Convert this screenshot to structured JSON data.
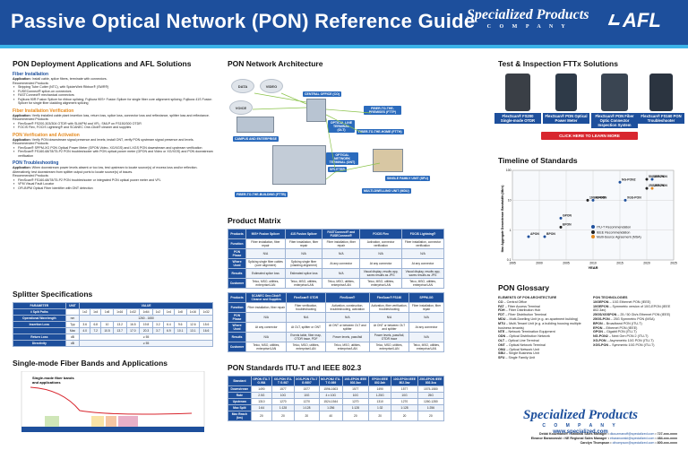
{
  "header": {
    "title": "Passive Optical Network (PON) Reference Guide",
    "brand1": "Specialized Products",
    "brand1_sub": "C O M P A N Y",
    "brand2": "AFL"
  },
  "deploy": {
    "title": "PON Deployment Applications and AFL Solutions",
    "sections": [
      {
        "heading": "Fiber Installation",
        "color": "blue",
        "app": "Install cable, splice fibers, terminate with connectors.",
        "rec": "Recommended Products:",
        "items": [
          "Stripping Tube Cutter (NTC), with SpiderWeb Ribbon® (SWR®)",
          "FUSEConnect® splice-on connectors",
          "FASTConnect® mechanical connectors",
          "Fujikura 90R Fusion Splicer for ribbon splicing; Fujikura 90S+ Fusion Splicer for single fiber core alignment splicing; Fujikura 41S Fusion Splicer for single fiber cladding alignment splicing"
        ]
      },
      {
        "heading": "Fiber Installation Verification",
        "color": "orange",
        "app": "Verify installed cable plant insertion loss, return loss, splice loss, connector loss and reflectance, splitter loss and reflectance.",
        "rec": "Recommended Products:",
        "items": [
          "FlexScan® FS200-303/304 OTDR with SLM/PM and VFL; SMLP on FS150/300 OTDR",
          "FOCIS Flex, FOCIS Lightning® and SCANEC One-Click® cleaner and supplies"
        ]
      },
      {
        "heading": "PON Verification and Activation",
        "color": "orange",
        "app": "Verify PON downstream signal presence and levels; install ONT, verify PON upstream signal presence and levels.",
        "rec": "Recommended Products:",
        "items": [
          "FlexScan® SPPM-XG PON Optical Power Meter (GPON Video, XG/XGS) and LXGS PON downstream and upstream verification",
          "FlexScan® FS160-68/78/75-P2 PON troubleshooter with PON optical power meter (GPON and Video or XG/XGS) and PON downstream verification"
        ]
      },
      {
        "heading": "PON Troubleshooting",
        "color": "blue",
        "app": "When downstream power levels absent or too low, test upstream to locate source(s) of excess loss and/or reflection. Alternatively, test downstream from splitter output ports to locate source(s) of issues.",
        "rec": "Recommended Products:",
        "items": [
          "FlexScan® FS160-68/78/75-P2 PON troubleshooter or integrated PON optical power meter and VFL",
          "VFM Visual Fault Locator",
          "OFI-BIPM Optical Fiber Identifier with ONT detection"
        ]
      }
    ]
  },
  "splitter": {
    "title": "Splitter Specifications",
    "headers": [
      "PARAMETER",
      "UNIT",
      "VALUE"
    ],
    "rows": [
      [
        "# Split Paths",
        "",
        "1x2",
        "1x4",
        "1x8",
        "1x16",
        "1x32",
        "1x64",
        "1x2",
        "1x4",
        "1x8",
        "1x16",
        "1x32"
      ],
      [
        "Operational Wavelength",
        "nm",
        "",
        "",
        "",
        "",
        "1260 - 1650",
        "",
        "",
        "",
        "",
        "",
        ""
      ],
      [
        "Insertion Loss",
        "Typ",
        "3.6",
        "6.8",
        "10",
        "13.2",
        "16.5",
        "19.8",
        "3.2",
        "6.4",
        "9.6",
        "12.6",
        "15.6"
      ],
      [
        "",
        "Max",
        "4.0",
        "7.2",
        "10.5",
        "13.7",
        "17.0",
        "20.3",
        "3.7",
        "6.9",
        "10.1",
        "13.1",
        "16.6"
      ],
      [
        "Return Loss",
        "dB",
        "",
        "",
        "",
        "",
        "≥ 55",
        "",
        "",
        "",
        "",
        "",
        ""
      ],
      [
        "Directivity",
        "dB",
        "",
        "",
        "",
        "",
        "≥ 55",
        "",
        "",
        "",
        "",
        "",
        ""
      ]
    ]
  },
  "bands": {
    "title": "Single-mode Fiber Bands and Applications",
    "legend": [
      "Single-mode fiber bands",
      "and applications"
    ]
  },
  "arch": {
    "title": "PON Network Architecture",
    "clouds": [
      "DATA",
      "VIDEO",
      "VOICE"
    ],
    "labels": {
      "co": "CENTRAL OFFICE (CO)",
      "olt": "OPTICAL LINE TERMINAL (OLT)",
      "campus": "CAMPUS AND ENTERPRISE",
      "fttp": "FIBER-TO-THE-PREMISES (FTTP)",
      "ftth": "FIBER-TO-THE-HOME (FTTH)",
      "fttb": "FIBER-TO-THE-BUILDING (FTTB)",
      "mdu": "MULTI-DWELLING UNIT (MDU)",
      "single": "SINGLE FAMILY UNIT (SFU)",
      "splitter": "SPLITTER",
      "ont": "OPTICAL NETWORK TERMINAL (ONT)"
    }
  },
  "matrix": {
    "title": "Product Matrix",
    "t1": {
      "headers": [
        "Products",
        "90S+ Fusion Splicer",
        "41S Fusion Splicer",
        "FASTConnect® and FUSEConnect®",
        "FOCIS Flex",
        "FOCIS Lightning®"
      ],
      "rows": [
        [
          "Function",
          "Fiber installation, fiber repair",
          "Fiber installation, fiber repair",
          "Fiber installation, fiber repair",
          "Activation, connector verification",
          "Fiber installation, connector verification"
        ],
        [
          "PON Phase",
          "N/A",
          "N/A",
          "N/A",
          "N/A",
          "N/A"
        ],
        [
          "Where Used",
          "Splicing single fiber cables (core alignment)",
          "Splicing single fiber (cladding alignment)",
          "At any connector",
          "At any connector",
          "At any connector"
        ],
        [
          "Results",
          "Estimated splice loss",
          "Estimated splice loss",
          "N/A",
          "Visual display, results app, saves results as JPG",
          "Visual display, results app, saves results as JPG"
        ],
        [
          "Customer",
          "Telco, MSO, utilities, enterprise/LAN",
          "Telco, MSO, utilities, enterprise/LAN",
          "Telco, MSO, utilities, enterprise/LAN",
          "Telco, MSO, utilities, enterprise/LAN",
          "Telco, MSO, utilities, enterprise/LAN"
        ]
      ]
    },
    "t2": {
      "headers": [
        "Products",
        "SCANEC One-Click® Cleaner and Supplies",
        "FlexScan® OTDR",
        "FlexScan®",
        "FlexScan® FS160",
        "SPPM-XG"
      ],
      "rows": [
        [
          "Function",
          "Fiber installation, fiber repair",
          "Fiber verification, troubleshooting",
          "Activation, construction, troubleshooting, activation",
          "Activation, fiber verification, troubleshooting",
          "Fiber installation, fiber repair"
        ],
        [
          "PON Phase",
          "N/A",
          "N/A",
          "N/A",
          "N/A",
          "N/A"
        ],
        [
          "Where Used",
          "At any connector",
          "At OLT, splitter or ONT",
          "At ONT or between OLT and splitter",
          "At ONT or between OLT and splitter",
          "At any connector"
        ],
        [
          "Results",
          "N/A",
          "Events table, fiber map, OTDR trace, PDF",
          "Power levels, pass/fail",
          "Power levels, pass/fail, OTDR trace",
          "N/A"
        ],
        [
          "Customer",
          "Telco, MSO, utilities, enterprise/LAN",
          "Telco, MSO, utilities, enterprise/LAN",
          "Telco, MSO, utilities, enterprise/LAN",
          "Telco, MSO, utilities, enterprise/LAN",
          "Telco, MSO, utilities, enterprise/LAN"
        ]
      ]
    }
  },
  "standards": {
    "title": "PON Standards ITU-T and IEEE 802.3",
    "headers": [
      "Standard",
      "GPON ITU-T G.984",
      "XG-PON ITU-T G.987",
      "XGS-PON ITU-T G.9807",
      "NG-PON2 ITU-T G.989",
      "10G-EPON IEEE 802.3av",
      "EPON IEEE 802.3ah",
      "10G-EPON IEEE 802.3av",
      "25G-EPON IEEE 802.3ca"
    ],
    "rows": [
      [
        "Downstream",
        "1490",
        "1577",
        "1577",
        "1596-1603",
        "1577",
        "1490",
        "1577",
        "1575-1580"
      ],
      [
        "Rate",
        "2.5G",
        "10G",
        "10G",
        "4 x 10G",
        "10G",
        "1.25G",
        "10G",
        "25G"
      ],
      [
        "Upstream",
        "1310",
        "1270",
        "1270",
        "1524-1544",
        "1270",
        "1310",
        "1270",
        "1260-1280"
      ],
      [
        "Max Split",
        "1:64",
        "1:128",
        "1:128",
        "1:256",
        "1:128",
        "1:32",
        "1:128",
        "1:256"
      ],
      [
        "Max Reach (km)",
        "20",
        "20",
        "20",
        "40",
        "20",
        "20",
        "20",
        "20"
      ]
    ]
  },
  "test": {
    "title": "Test & Inspection FTTx Solutions",
    "products": [
      "FlexScan® FS200 Single-mode OTDR",
      "FlexScan® PON Optical Power Meter",
      "FlexScan® PON Fiber Optic Connector Inspection System",
      "FlexScan® FS160 PON Troubleshooter"
    ],
    "cta": "CLICK HERE TO LEARN MORE"
  },
  "timeline": {
    "title": "Timeline of Standards",
    "ylabel": "Max Aggregate Downstream Bandwidth (Mb/s)",
    "xlabel": "YEAR",
    "legend": [
      "ITU-T Recommendation",
      "IEEE Recommendation",
      "Multi-Source Agreement (MSA)"
    ]
  },
  "chart_data": {
    "type": "scatter",
    "title": "Timeline of Standards",
    "xlabel": "YEAR",
    "ylabel": "Max Aggregate Downstream Bandwidth (Mb/s)",
    "xlim": [
      1995,
      2025
    ],
    "ylim": [
      0.1,
      100
    ],
    "y_scale": "log",
    "x_ticks": [
      1995,
      2000,
      2005,
      2010,
      2015,
      2020,
      2025
    ],
    "y_ticks": [
      0.1,
      1,
      10,
      100
    ],
    "series": [
      {
        "name": "ITU-T Recommendation",
        "color": "#1d4f9c",
        "points": [
          {
            "label": "APON",
            "x": 1998,
            "y": 0.6
          },
          {
            "label": "BPON",
            "x": 2001,
            "y": 0.6
          },
          {
            "label": "GPON",
            "x": 2004,
            "y": 2.5
          },
          {
            "label": "XG-PON",
            "x": 2010,
            "y": 10
          },
          {
            "label": "NG-PON2",
            "x": 2015,
            "y": 40
          },
          {
            "label": "XGS-PON",
            "x": 2016,
            "y": 10
          },
          {
            "label": "50G-PON",
            "x": 2021,
            "y": 50
          }
        ]
      },
      {
        "name": "IEEE Recommendation",
        "color": "#222222",
        "points": [
          {
            "label": "EPON",
            "x": 2004,
            "y": 1.25
          },
          {
            "label": "10G-EPON",
            "x": 2009,
            "y": 10
          },
          {
            "label": "25G-EPON",
            "x": 2020,
            "y": 25
          },
          {
            "label": "50G-EPON",
            "x": 2020,
            "y": 50
          }
        ]
      },
      {
        "name": "Multi-Source Agreement (MSA)",
        "color": "#e58a1f",
        "points": [
          {
            "label": "25G-PON",
            "x": 2021,
            "y": 25
          }
        ]
      }
    ]
  },
  "glossary": {
    "title": "PON Glossary",
    "left_title": "ELEMENTS OF PON ARCHITECTURE",
    "left": [
      [
        "CO",
        "Central Office"
      ],
      [
        "FAT",
        "Fiber Access Terminal"
      ],
      [
        "FDH",
        "Fiber Distribution Hub"
      ],
      [
        "FDT",
        "Fiber Distribution Terminal"
      ],
      [
        "MDU",
        "Multi-Dwelling Unit (e.g. an apartment building)"
      ],
      [
        "MTU",
        "Multi-Tenant Unit (e.g. a building housing multiple business tenants)"
      ],
      [
        "NTE",
        "Network Termination Equipment"
      ],
      [
        "ODN",
        "Optical Distribution Network"
      ],
      [
        "OLT",
        "Optical Line Terminal"
      ],
      [
        "ONT",
        "Optical Network Terminal"
      ],
      [
        "ONU",
        "Optical Network Unit"
      ],
      [
        "SBU",
        "Single Business Unit"
      ],
      [
        "SFU",
        "Single Family Unit"
      ]
    ],
    "right_title": "PON TECHNOLOGIES",
    "right": [
      [
        "10GEPON",
        "10G Ethernet PON (IEEE)"
      ],
      [
        "10GEPON",
        "Symmetric version of 10G-EPON (IEEE 802.3av)"
      ],
      [
        "25GS/XGSPON",
        "25 / 50 Gb/s Ethernet PON (IEEE)"
      ],
      [
        "25GS-PON",
        "25G Symmetric PON (MSA)"
      ],
      [
        "BPON",
        "Broadband PON (ITU-T)"
      ],
      [
        "EPON",
        "Ethernet PON (IEEE)"
      ],
      [
        "GPON",
        "Gigabit PON (ITU-T)"
      ],
      [
        "NG-PON2",
        "Next Gen PON 2 (ITU-T)"
      ],
      [
        "XG-PON",
        "Asymmetric 10G PON (ITU-T)"
      ],
      [
        "XGS-PON",
        "Symmetric 10G PON (ITU-T)"
      ]
    ]
  },
  "footer": {
    "brand": "Specialized Products",
    "company": "C O M P A N Y",
    "web": "www.specialized.com",
    "contacts": [
      {
        "name": "Debbi Kouzmanoff • National Sales Manager",
        "email": "dkouzmanoff@specialized.com",
        "phone": "727-xxx-xxxx"
      },
      {
        "name": "Eleanor Baranowski • NE Regional Sales Manager",
        "email": "ebaranowski@specialized.com",
        "phone": "484-xxx-xxxx"
      },
      {
        "name": "Carolyn Thompson",
        "email": "cthompson@specialized.com",
        "phone": "800-xxx-xxxx"
      }
    ]
  }
}
